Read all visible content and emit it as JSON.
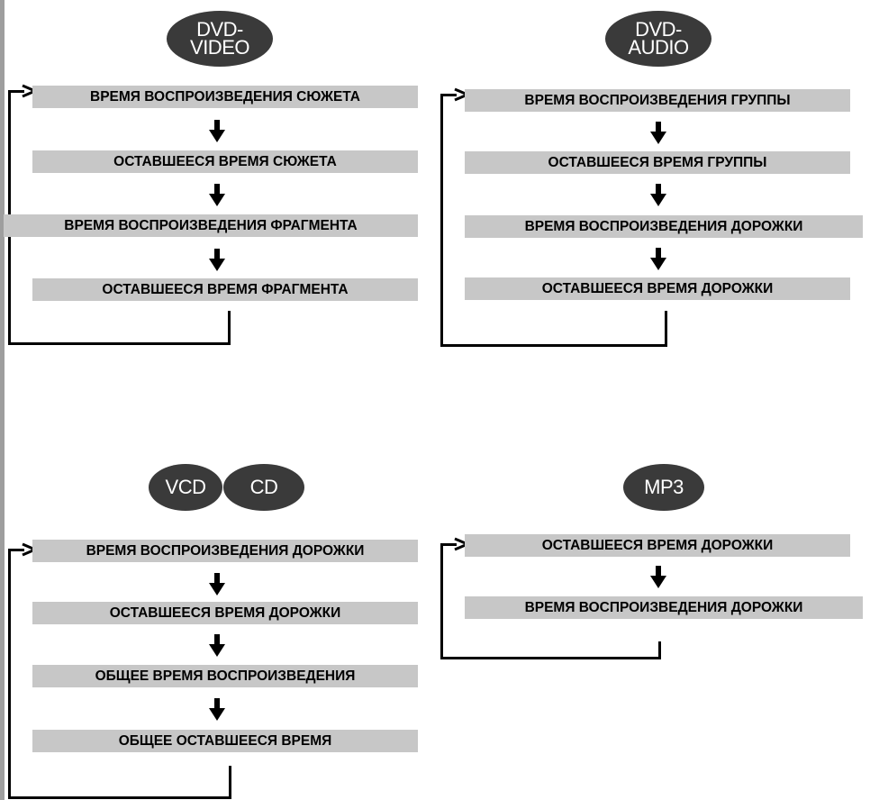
{
  "colors": {
    "bar_fill": "#c7c7c7",
    "badge_fill": "#3a3a3a",
    "line": "#000000"
  },
  "diagrams": {
    "dvd_video": {
      "badges": [
        "DVD-\nVIDEO"
      ],
      "steps": [
        "ВРЕМЯ ВОСПРОИЗВЕДЕНИЯ СЮЖЕТА",
        "ОСТАВШЕЕСЯ ВРЕМЯ СЮЖЕТА",
        "ВРЕМЯ ВОСПРОИЗВЕДЕНИЯ ФРАГМЕНТА",
        "ОСТАВШЕЕСЯ ВРЕМЯ ФРАГМЕНТА"
      ]
    },
    "dvd_audio": {
      "badges": [
        "DVD-\nAUDIO"
      ],
      "steps": [
        "ВРЕМЯ ВОСПРОИЗВЕДЕНИЯ ГРУППЫ",
        "ОСТАВШЕЕСЯ ВРЕМЯ ГРУППЫ",
        "ВРЕМЯ ВОСПРОИЗВЕДЕНИЯ ДОРОЖКИ",
        "ОСТАВШЕЕСЯ ВРЕМЯ ДОРОЖКИ"
      ]
    },
    "vcd_cd": {
      "badges": [
        "VCD",
        "CD"
      ],
      "steps": [
        "ВРЕМЯ ВОСПРОИЗВЕДЕНИЯ ДОРОЖКИ",
        "ОСТАВШЕЕСЯ ВРЕМЯ ДОРОЖКИ",
        "ОБЩЕЕ ВРЕМЯ ВОСПРОИЗВЕДЕНИЯ",
        "ОБЩЕЕ ОСТАВШЕЕСЯ ВРЕМЯ"
      ]
    },
    "mp3": {
      "badges": [
        "MP3"
      ],
      "steps": [
        "ОСТАВШЕЕСЯ ВРЕМЯ ДОРОЖКИ",
        "ВРЕМЯ ВОСПРОИЗВЕДЕНИЯ ДОРОЖКИ"
      ]
    }
  }
}
